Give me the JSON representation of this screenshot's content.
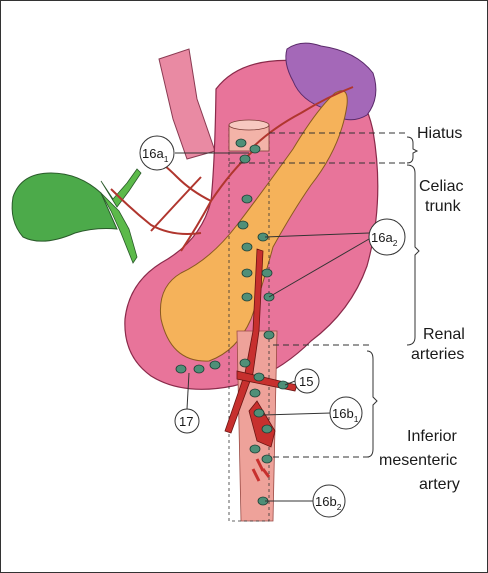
{
  "labels": {
    "hiatus": "Hiatus",
    "celiac_line1": "Celiac",
    "celiac_line2": "trunk",
    "renal_line1": "Renal",
    "renal_line2": "arteries",
    "inferior_line1": "Inferior",
    "inferior_line2": "mesenteric",
    "inferior_line3": "artery"
  },
  "callouts": {
    "c16a1": {
      "main": "16a",
      "sub": "1"
    },
    "c16a2": {
      "main": "16a",
      "sub": "2"
    },
    "c15": {
      "main": "15"
    },
    "c16b1": {
      "main": "16b",
      "sub": "1"
    },
    "c17": {
      "main": "17"
    },
    "c16b2": {
      "main": "16b",
      "sub": "2"
    }
  },
  "colors": {
    "stomach": "#e8749a",
    "pancreas": "#f5b25a",
    "spleen": "#a468b8",
    "gallbladder": "#4caa4a",
    "artery": "#c7302e",
    "lymph_node": "#4f8f78",
    "aorta_sheath": "#eea29a"
  }
}
